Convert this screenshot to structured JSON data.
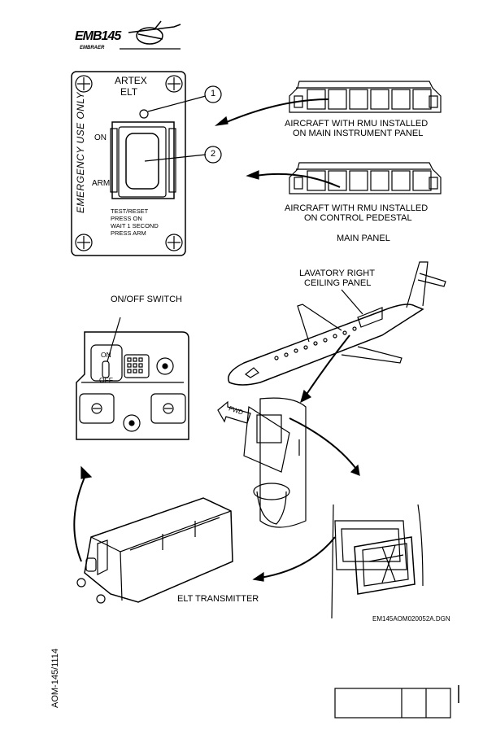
{
  "logo": {
    "model": "EMB145",
    "maker": "EMBRAER"
  },
  "panel": {
    "title_line1": "ARTEX",
    "title_line2": "ELT",
    "vertical_label": "EMERGENCY USE ONLY",
    "on_label": "ON",
    "arm_label": "ARM",
    "instructions": [
      "TEST/RESET",
      "PRESS ON",
      "WAIT 1 SECOND",
      "PRESS ARM"
    ],
    "callout_1": "1",
    "callout_2": "2"
  },
  "rmu": {
    "main_panel_line1": "AIRCRAFT WITH RMU INSTALLED",
    "main_panel_line2": "ON MAIN INSTRUMENT PANEL",
    "pedestal_line1": "AIRCRAFT WITH RMU INSTALLED",
    "pedestal_line2": "ON CONTROL PEDESTAL",
    "main_panel_caption": "MAIN PANEL"
  },
  "lower": {
    "lavatory_line1": "LAVATORY RIGHT",
    "lavatory_line2": "CEILING PANEL",
    "onoff_switch": "ON/OFF SWITCH",
    "switch_on": "ON",
    "switch_off": "OFF",
    "fwd": "FWD",
    "elt_transmitter": "ELT TRANSMITTER",
    "drawing_id": "EM145AOM020052A.DGN"
  },
  "footer": {
    "doc_id": "AOM-145/1114"
  }
}
